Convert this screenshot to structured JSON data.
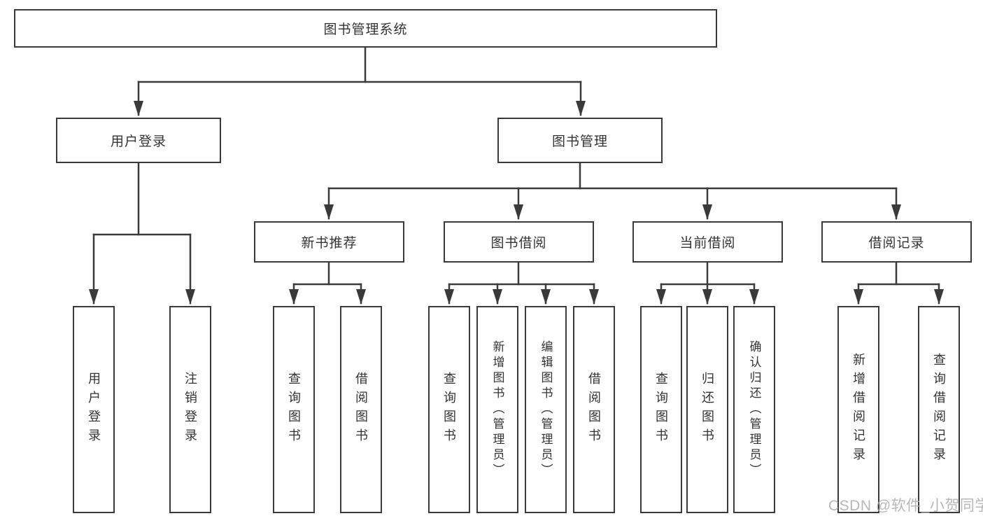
{
  "diagram": {
    "title_node": "图书管理系统",
    "level2": {
      "user_login": "用户登录",
      "book_management": "图书管理"
    },
    "level3": {
      "new_book_recommend": "新书推荐",
      "book_borrow": "图书借阅",
      "current_borrow": "当前借阅",
      "borrow_record": "借阅记录"
    },
    "leaves": {
      "user_login": "用户登录",
      "logout": "注销登录",
      "rec_query_book": "查询图书",
      "rec_borrow_book": "借阅图书",
      "bb_query_book": "查询图书",
      "bb_add_book_admin": "新增图书（管理员）",
      "bb_edit_book_admin": "编辑图书（管理员）",
      "bb_borrow_book": "借阅图书",
      "cb_query_book": "查询图书",
      "cb_return_book": "归还图书",
      "cb_confirm_return_admin": "确认归还（管理员）",
      "br_add_record": "新增借阅记录",
      "br_query_record": "查询借阅记录"
    }
  },
  "watermark": "CSDN @软件_小贺同学",
  "colors": {
    "line": "#3a3a3a",
    "text": "#333333",
    "watermark": "#b0b0b0",
    "background": "#ffffff"
  }
}
